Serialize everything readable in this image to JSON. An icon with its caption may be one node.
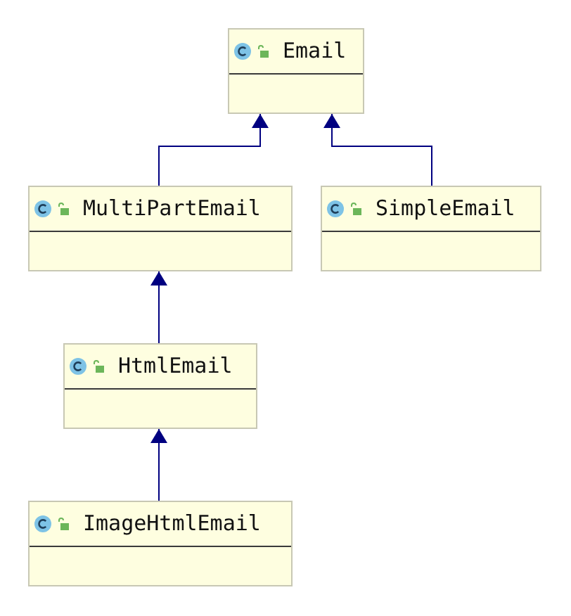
{
  "diagram": {
    "nodes": [
      {
        "text": [
          "Email"
        ]
      },
      {
        "text": [
          "MultiPartEmail"
        ]
      },
      {
        "text": [
          "SimpleEmail"
        ]
      },
      {
        "text": [
          "HtmlEmail"
        ]
      },
      {
        "text": [
          "ImageHtmlEmail"
        ]
      }
    ],
    "edges": [
      {
        "from": 1,
        "to": 0,
        "arrow": "to"
      },
      {
        "from": 2,
        "to": 0,
        "arrow": "to"
      },
      {
        "from": 3,
        "to": 1,
        "arrow": "to"
      },
      {
        "from": 4,
        "to": 3,
        "arrow": "to"
      }
    ]
  }
}
